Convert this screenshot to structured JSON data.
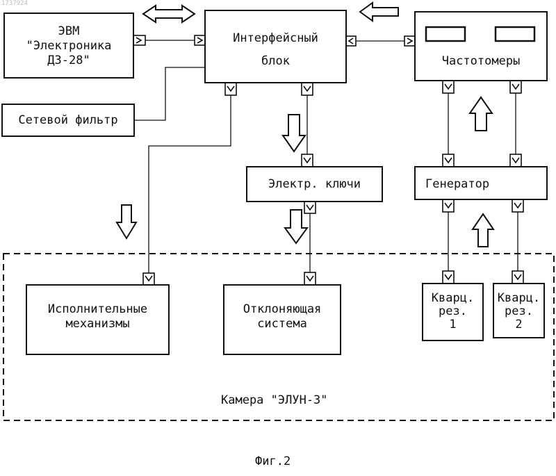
{
  "doc_number": "1737924",
  "blocks": {
    "evm": [
      "ЭВМ",
      "\"Электроника",
      "ДЗ-28\""
    ],
    "interface": [
      "Интерфейсный",
      "блок"
    ],
    "freq": "Частотомеры",
    "filter": "Сетевой фильтр",
    "keys": "Электр. ключи",
    "gen": "Генератор",
    "mech": [
      "Исполнительные",
      "механизмы"
    ],
    "deflect": [
      "Отклоняющая",
      "система"
    ],
    "quartz1": [
      "Кварц.",
      "рез.",
      "1"
    ],
    "quartz2": [
      "Кварц.",
      "рез.",
      "2"
    ]
  },
  "chamber_label": "Камера \"ЭЛУН-3\"",
  "caption": "Фиг.2"
}
